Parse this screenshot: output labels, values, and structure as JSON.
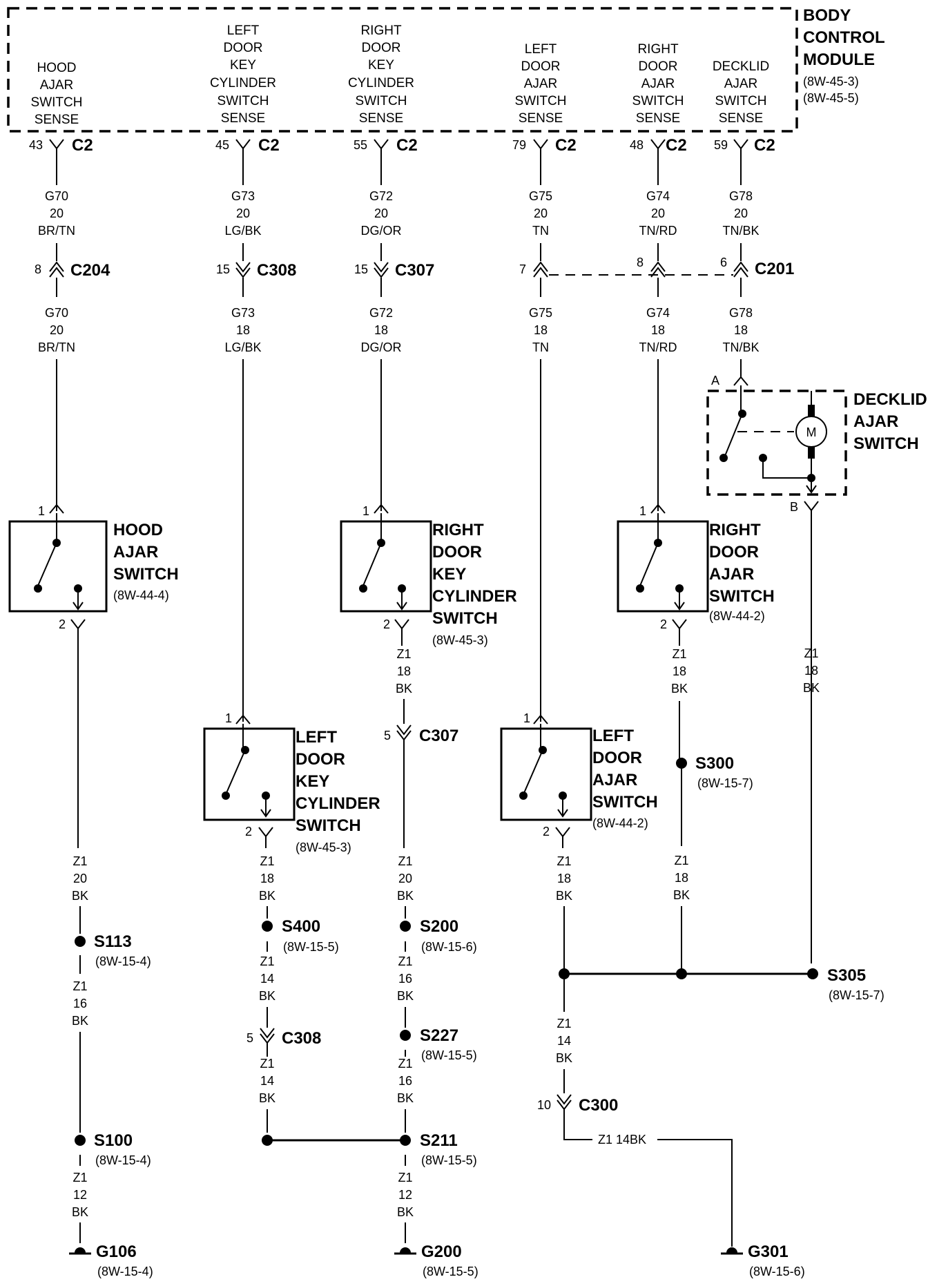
{
  "bcm": {
    "title": [
      "BODY",
      "CONTROL",
      "MODULE"
    ],
    "refs": [
      "(8W-45-3)",
      "(8W-45-5)"
    ],
    "inputs": [
      {
        "label": [
          "HOOD",
          "AJAR",
          "SWITCH",
          "SENSE"
        ],
        "pin": "43",
        "conn": "C2"
      },
      {
        "label": [
          "LEFT",
          "DOOR",
          "KEY",
          "CYLINDER",
          "SWITCH",
          "SENSE"
        ],
        "pin": "45",
        "conn": "C2"
      },
      {
        "label": [
          "RIGHT",
          "DOOR",
          "KEY",
          "CYLINDER",
          "SWITCH",
          "SENSE"
        ],
        "pin": "55",
        "conn": "C2"
      },
      {
        "label": [
          "LEFT",
          "DOOR",
          "AJAR",
          "SWITCH",
          "SENSE"
        ],
        "pin": "79",
        "conn": "C2"
      },
      {
        "label": [
          "RIGHT",
          "DOOR",
          "AJAR",
          "SWITCH",
          "SENSE"
        ],
        "pin": "48",
        "conn": "C2"
      },
      {
        "label": [
          "DECKLID",
          "AJAR",
          "SWITCH",
          "SENSE"
        ],
        "pin": "59",
        "conn": "C2"
      }
    ]
  },
  "wires_upper": [
    [
      "G70",
      "20",
      "BR/TN"
    ],
    [
      "G73",
      "20",
      "LG/BK"
    ],
    [
      "G72",
      "20",
      "DG/OR"
    ],
    [
      "G75",
      "20",
      "TN"
    ],
    [
      "G74",
      "20",
      "TN/RD"
    ],
    [
      "G78",
      "20",
      "TN/BK"
    ]
  ],
  "connectors_top": [
    {
      "pin": "8",
      "name": "C204"
    },
    {
      "pin": "15",
      "name": "C308"
    },
    {
      "pin": "15",
      "name": "C307"
    },
    {
      "pin": "7",
      "name": ""
    },
    {
      "pin": "8",
      "name": ""
    },
    {
      "pin": "6",
      "name": "C201"
    }
  ],
  "wires_lower": [
    [
      "G70",
      "20",
      "BR/TN"
    ],
    [
      "G73",
      "18",
      "LG/BK"
    ],
    [
      "G72",
      "18",
      "DG/OR"
    ],
    [
      "G75",
      "18",
      "TN"
    ],
    [
      "G74",
      "18",
      "TN/RD"
    ],
    [
      "G78",
      "18",
      "TN/BK"
    ]
  ],
  "switches": {
    "hood": {
      "name": [
        "HOOD",
        "AJAR",
        "SWITCH"
      ],
      "ref": "(8W-44-4)",
      "pin1": "1",
      "pin2": "2"
    },
    "rdkc": {
      "name": [
        "RIGHT",
        "DOOR",
        "KEY",
        "CYLINDER",
        "SWITCH"
      ],
      "ref": "(8W-45-3)",
      "pin1": "1",
      "pin2": "2"
    },
    "rda": {
      "name": [
        "RIGHT",
        "DOOR",
        "AJAR",
        "SWITCH"
      ],
      "ref": "(8W-44-2)",
      "pin1": "1",
      "pin2": "2"
    },
    "ldkc": {
      "name": [
        "LEFT",
        "DOOR",
        "KEY",
        "CYLINDER",
        "SWITCH"
      ],
      "ref": "(8W-45-3)",
      "pin1": "1",
      "pin2": "2"
    },
    "lda": {
      "name": [
        "LEFT",
        "DOOR",
        "AJAR",
        "SWITCH"
      ],
      "ref": "(8W-44-2)",
      "pin1": "1",
      "pin2": "2"
    },
    "decklid": {
      "name": [
        "DECKLID",
        "AJAR",
        "SWITCH"
      ],
      "motor": "M",
      "pinA": "A",
      "pinB": "B"
    }
  },
  "ground_wires": {
    "rdkc_out": [
      "Z1",
      "18",
      "BK"
    ],
    "rda_out": [
      "Z1",
      "18",
      "BK"
    ],
    "decklid_out": [
      "Z1",
      "18",
      "BK"
    ],
    "hood_out": [
      "Z1",
      "20",
      "BK"
    ],
    "ldkc_out": [
      "Z1",
      "18",
      "BK"
    ],
    "rdkc_c307_out": [
      "Z1",
      "20",
      "BK"
    ],
    "lda_out": [
      "Z1",
      "18",
      "BK"
    ],
    "rda_s300_out": [
      "Z1",
      "18",
      "BK"
    ],
    "s113_out": [
      "Z1",
      "16",
      "BK"
    ],
    "s400_out": [
      "Z1",
      "14",
      "BK"
    ],
    "s200_out": [
      "Z1",
      "16",
      "BK"
    ],
    "lda_join_out": [
      "Z1",
      "14",
      "BK"
    ],
    "c308_out": [
      "Z1",
      "14",
      "BK"
    ],
    "s227_out": [
      "Z1",
      "16",
      "BK"
    ],
    "s100_out": [
      "Z1",
      "12",
      "BK"
    ],
    "s211_out": [
      "Z1",
      "12",
      "BK"
    ],
    "c300_out": "Z1  14BK"
  },
  "connectors_mid": [
    {
      "pin": "5",
      "name": "C307"
    },
    {
      "pin": "5",
      "name": "C308"
    },
    {
      "pin": "10",
      "name": "C300"
    }
  ],
  "splices": [
    {
      "name": "S300",
      "ref": "(8W-15-7)"
    },
    {
      "name": "S113",
      "ref": "(8W-15-4)"
    },
    {
      "name": "S400",
      "ref": "(8W-15-5)"
    },
    {
      "name": "S200",
      "ref": "(8W-15-6)"
    },
    {
      "name": "S305",
      "ref": "(8W-15-7)"
    },
    {
      "name": "S227",
      "ref": "(8W-15-5)"
    },
    {
      "name": "S100",
      "ref": "(8W-15-4)"
    },
    {
      "name": "S211",
      "ref": "(8W-15-5)"
    }
  ],
  "grounds": [
    {
      "name": "G106",
      "ref": "(8W-15-4)"
    },
    {
      "name": "G200",
      "ref": "(8W-15-5)"
    },
    {
      "name": "G301",
      "ref": "(8W-15-6)"
    }
  ]
}
